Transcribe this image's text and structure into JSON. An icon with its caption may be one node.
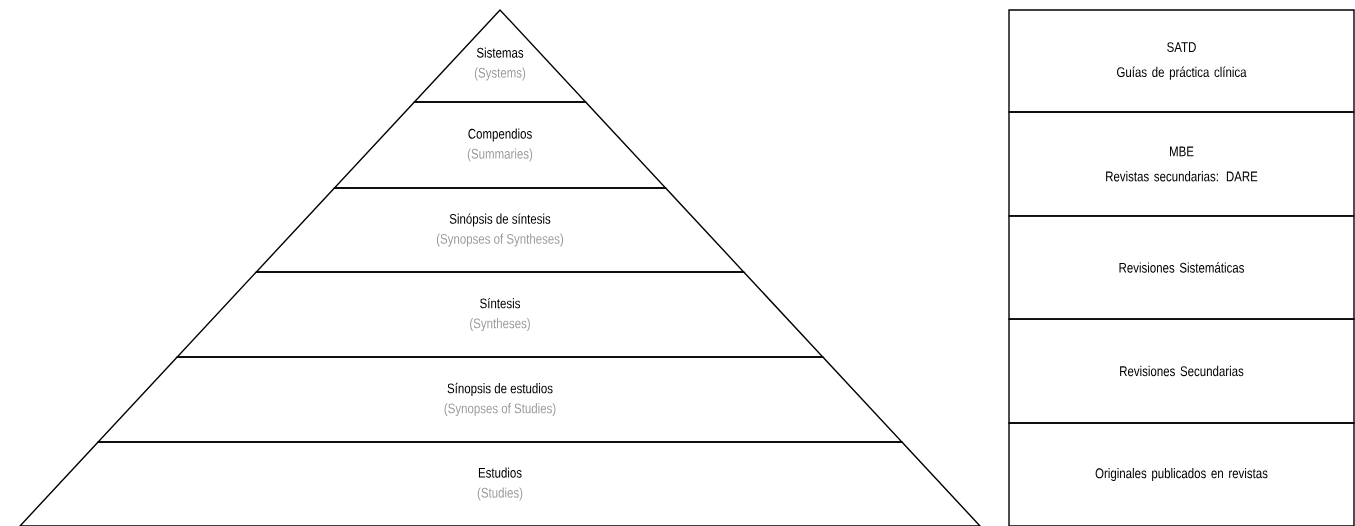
{
  "diagram": {
    "nodes": [
      {
        "text": [
          "Sistemas",
          "(Systems)"
        ]
      },
      {
        "text": [
          "Compendios",
          "(Summaries)"
        ]
      },
      {
        "text": [
          "Sinópsis de síntesis",
          "(Synopses of Syntheses)"
        ]
      },
      {
        "text": [
          "Síntesis",
          "(Syntheses)"
        ]
      },
      {
        "text": [
          "Sínopsis de estudios",
          "(Synopses of Studies)"
        ]
      },
      {
        "text": [
          "Estudios",
          "(Studies)"
        ]
      },
      {
        "text": [
          "SATD",
          "Guías de práctica clínica"
        ]
      },
      {
        "text": [
          "MBE",
          "Revistas secundarias: DARE"
        ]
      },
      {
        "text": [
          "Revisiones Sistemáticas"
        ]
      },
      {
        "text": [
          "Revisiones Secundarias"
        ]
      },
      {
        "text": [
          "Originales publicados en revistas"
        ]
      }
    ],
    "edges": []
  }
}
